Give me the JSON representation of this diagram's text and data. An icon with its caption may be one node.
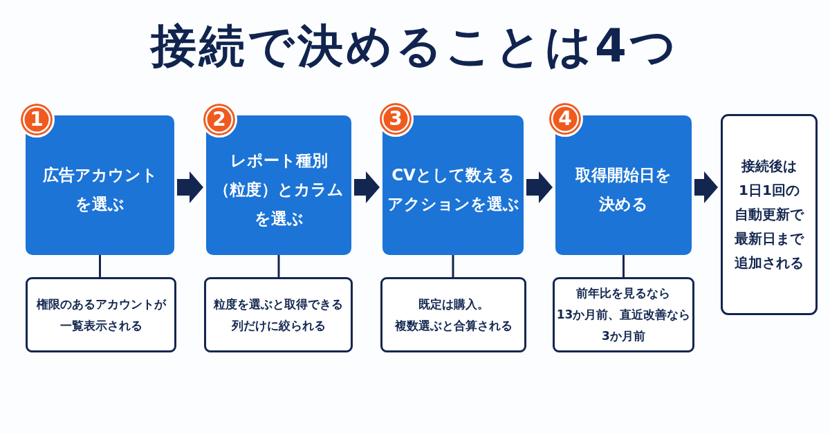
{
  "diagram": {
    "title": "接続で決めることは4つ",
    "nodes": [
      {
        "text": [
          "1"
        ]
      },
      {
        "text": [
          "広告アカウントを選ぶ"
        ]
      },
      {
        "text": [
          "権限のあるアカウントが一覧表示される"
        ]
      },
      {
        "text": [
          "2"
        ]
      },
      {
        "text": [
          "レポート種別（粒度）とカラムを選ぶ"
        ]
      },
      {
        "text": [
          "粒度を選ぶと取得できる列だけに絞られる"
        ]
      },
      {
        "text": [
          "3"
        ]
      },
      {
        "text": [
          "CVとして数えるアクションを選ぶ"
        ]
      },
      {
        "text": [
          "既定は購入。複数選ぶと合算される"
        ]
      },
      {
        "text": [
          "4"
        ]
      },
      {
        "text": [
          "取得開始日を決める"
        ]
      },
      {
        "text": [
          "前年比を見るなら13か月前、直近改善なら3か月前"
        ]
      },
      {
        "text": [
          "接続後は1日1回の自動更新で最新日まで追加される"
        ]
      }
    ],
    "edges": [
      {
        "from": 1,
        "to": 4,
        "arrow": "to",
        "style": "thick"
      },
      {
        "from": 4,
        "to": 7,
        "arrow": "to",
        "style": "thick"
      },
      {
        "from": 7,
        "to": 10,
        "arrow": "to",
        "style": "thick"
      },
      {
        "from": 10,
        "to": 12,
        "arrow": "to",
        "style": "thick"
      },
      {
        "from": 1,
        "to": 2,
        "arrow": "none"
      },
      {
        "from": 4,
        "to": 5,
        "arrow": "none"
      },
      {
        "from": 7,
        "to": 8,
        "arrow": "none"
      },
      {
        "from": 10,
        "to": 11,
        "arrow": "none"
      }
    ]
  }
}
